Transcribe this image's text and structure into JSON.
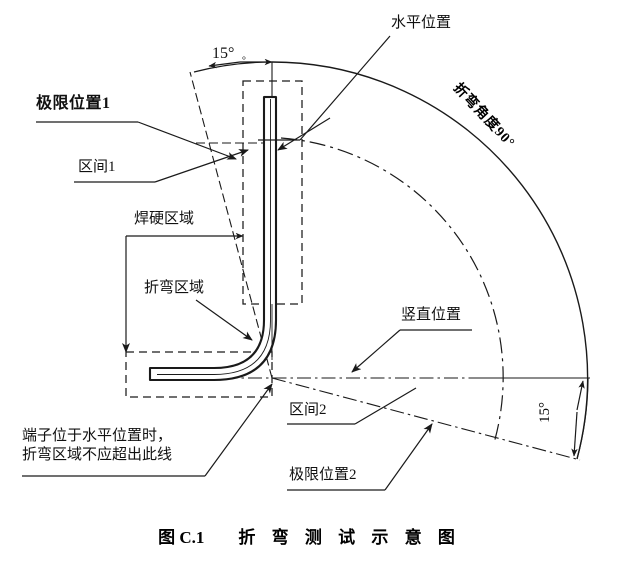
{
  "figure": {
    "caption_label": "图 C.1",
    "caption_title": "折 弯 测 试 示 意 图"
  },
  "annotations": {
    "limit_position_1": "极限位置1",
    "zone_1": "区间1",
    "braze_area": "焊硬区域",
    "bend_area": "折弯区域",
    "horizontal_position": "水平位置",
    "bend_angle": "折弯角度90°",
    "vertical_position": "竖直位置",
    "zone_2": "区间2",
    "limit_position_2": "极限位置2",
    "note_line_1": "端子位于水平位置时，",
    "note_line_2": "折弯区域不应超出此线",
    "angle_top": "15°",
    "angle_top_degree_mark": "。",
    "angle_right": "15°"
  },
  "colors": {
    "line": "#1a1a1a",
    "text": "#111111",
    "background": "#ffffff"
  }
}
